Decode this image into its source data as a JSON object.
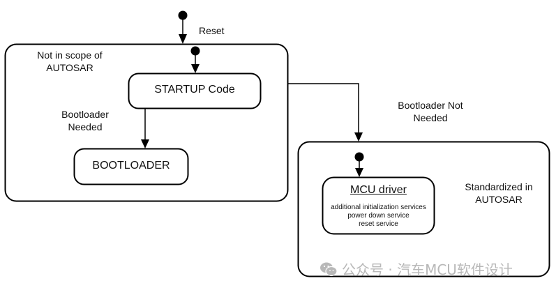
{
  "transitions": {
    "reset": "Reset",
    "bootloader_needed": [
      "Bootloader",
      "Needed"
    ],
    "bootloader_not_needed": [
      "Bootloader Not",
      "Needed"
    ]
  },
  "regions": {
    "not_in_scope": [
      "Not in scope of",
      "AUTOSAR"
    ],
    "standardized": [
      "Standardized in",
      "AUTOSAR"
    ]
  },
  "states": {
    "startup": "STARTUP Code",
    "bootloader": "BOOTLOADER",
    "mcu_driver": {
      "title": "MCU driver",
      "services": [
        "additional initialization services",
        "power down service",
        "reset service"
      ]
    }
  },
  "watermark": {
    "icon": "wechat-icon",
    "text": "公众号 · 汽车MCU软件设计"
  }
}
